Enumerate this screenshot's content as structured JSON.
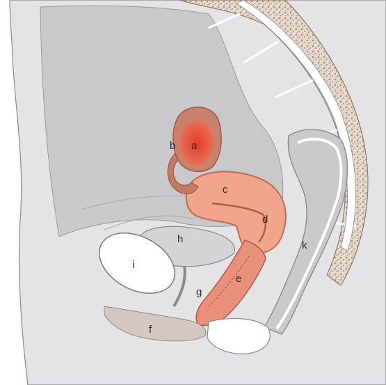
{
  "labels": {
    "a": "a",
    "b": "b",
    "c": "c",
    "d": "d",
    "e": "e",
    "f": "f",
    "g": "g",
    "h": "h",
    "i": "i",
    "k": "k"
  },
  "colors": {
    "body": "#e3e3e5",
    "cavity": "#c9c9cb",
    "outline": "#8a8a8a",
    "bone": "#d9c9bb",
    "organ_pink": "#f2a48a",
    "organ_brown": "#c77a63",
    "mass_red": "#e0503a",
    "perineum": "#d3c6bf",
    "white": "#ffffff"
  }
}
